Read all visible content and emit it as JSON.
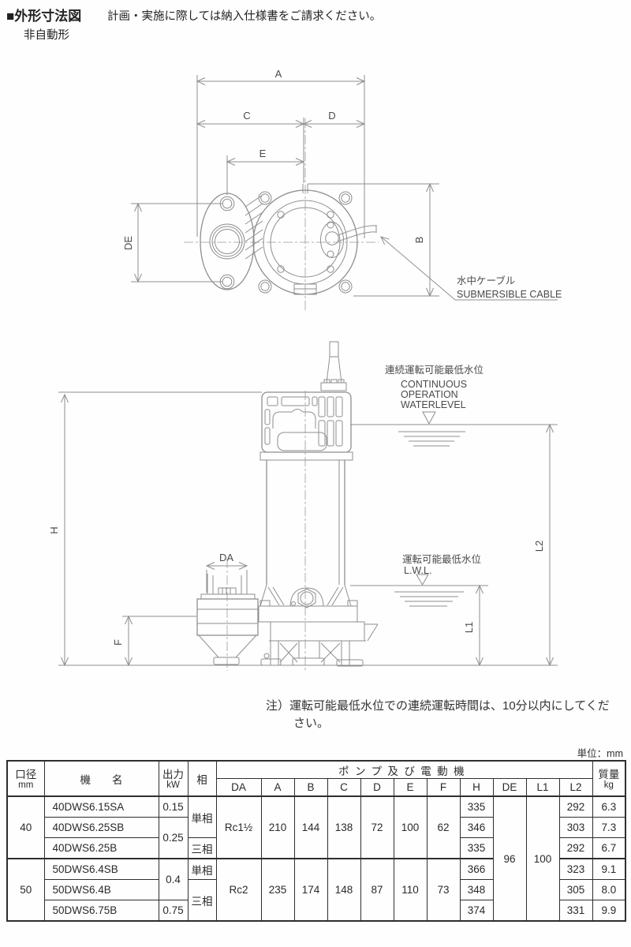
{
  "header": {
    "title": "■外形寸法図",
    "subtitle": "計画・実施に際しては納入仕様書をご請求ください。",
    "variant": "非自動形"
  },
  "plan_view": {
    "dim_a": "A",
    "dim_c": "C",
    "dim_d": "D",
    "dim_e": "E",
    "dim_de": "DE",
    "dim_b": "B",
    "cable_jp": "水中ケーブル",
    "cable_en": "SUBMERSIBLE CABLE"
  },
  "side_view": {
    "dim_h": "H",
    "dim_da": "DA",
    "dim_f": "F",
    "dim_l1": "L1",
    "dim_l2": "L2",
    "cwl_jp": "連続運転可能最低水位",
    "cwl_en1": "CONTINUOUS",
    "cwl_en2": "OPERATION",
    "cwl_en3": "WATERLEVEL",
    "lwl_jp": "運転可能最低水位",
    "lwl_en": "L.W.L."
  },
  "note": {
    "line1": "注）運転可能最低水位での連続運転時間は、10分以内にしてくだ",
    "line2": "さい。"
  },
  "colors": {
    "drawing_line": "#8f8f8f",
    "ink": "#2e2e2e"
  },
  "table": {
    "unit": "単位：mm",
    "h_bore1": "口径",
    "h_bore2": "mm",
    "h_model": "機　　名",
    "h_power1": "出力",
    "h_power2": "kW",
    "h_phase": "相",
    "h_group": "ポンプ及び電動機",
    "h_cols": {
      "da": "DA",
      "a": "A",
      "b": "B",
      "c": "C",
      "d": "D",
      "e": "E",
      "f": "F",
      "h": "H",
      "de": "DE",
      "l1": "L1",
      "l2": "L2"
    },
    "h_mass1": "質量",
    "h_mass2": "kg",
    "bore40": "40",
    "bore50": "50",
    "de_val": "96",
    "l1_val": "100",
    "g40": {
      "da": "Rc1½",
      "a": "210",
      "b": "144",
      "c": "138",
      "d": "72",
      "e": "100",
      "f": "62"
    },
    "g50": {
      "da": "Rc2",
      "a": "235",
      "b": "174",
      "c": "148",
      "d": "87",
      "e": "110",
      "f": "73"
    },
    "rows": [
      {
        "model": "40DWS6.15SA",
        "power": "0.15",
        "phase": "単相",
        "h": "335",
        "l2": "292",
        "mass": "6.3"
      },
      {
        "model": "40DWS6.25SB",
        "power": "0.25",
        "h": "346",
        "l2": "303",
        "mass": "7.3"
      },
      {
        "model": "40DWS6.25B",
        "phase": "三相",
        "h": "335",
        "l2": "292",
        "mass": "6.7"
      },
      {
        "model": "50DWS6.4SB",
        "power": "0.4",
        "phase": "単相",
        "h": "366",
        "l2": "323",
        "mass": "9.1"
      },
      {
        "model": "50DWS6.4B",
        "phase": "三相",
        "h": "348",
        "l2": "305",
        "mass": "8.0"
      },
      {
        "model": "50DWS6.75B",
        "power": "0.75",
        "h": "374",
        "l2": "331",
        "mass": "9.9"
      }
    ]
  }
}
